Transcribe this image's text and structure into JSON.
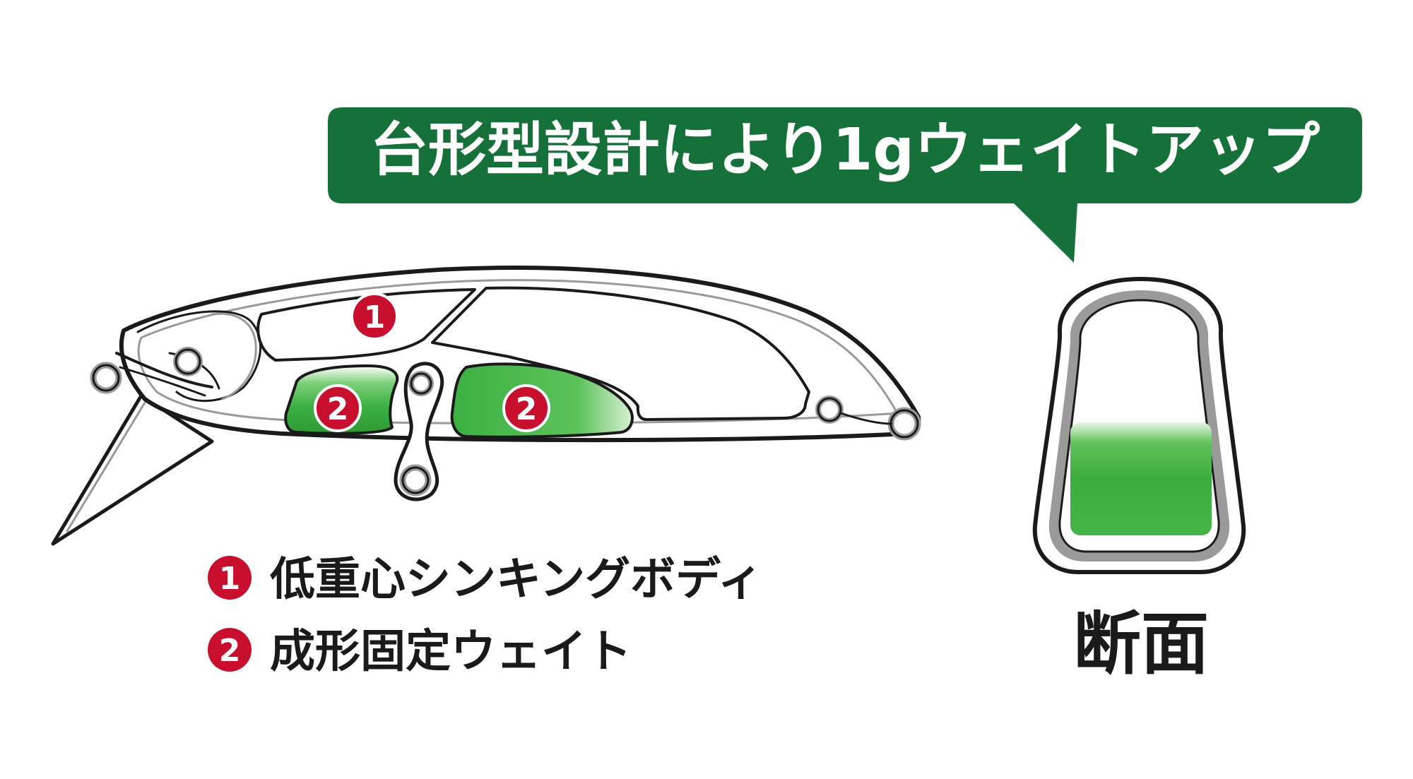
{
  "callout": {
    "text": "台形型設計により1gウェイトアップ",
    "color": "#16703a"
  },
  "lure": {
    "markers": [
      {
        "num": "1"
      },
      {
        "num": "2"
      },
      {
        "num": "2"
      }
    ],
    "marker_color": "#c8102e",
    "weight_color": "#3cb043"
  },
  "legend": [
    {
      "num": "1",
      "label": "低重心シンキングボディ"
    },
    {
      "num": "2",
      "label": "成形固定ウェイト"
    }
  ],
  "cross_section": {
    "label": "断面"
  }
}
